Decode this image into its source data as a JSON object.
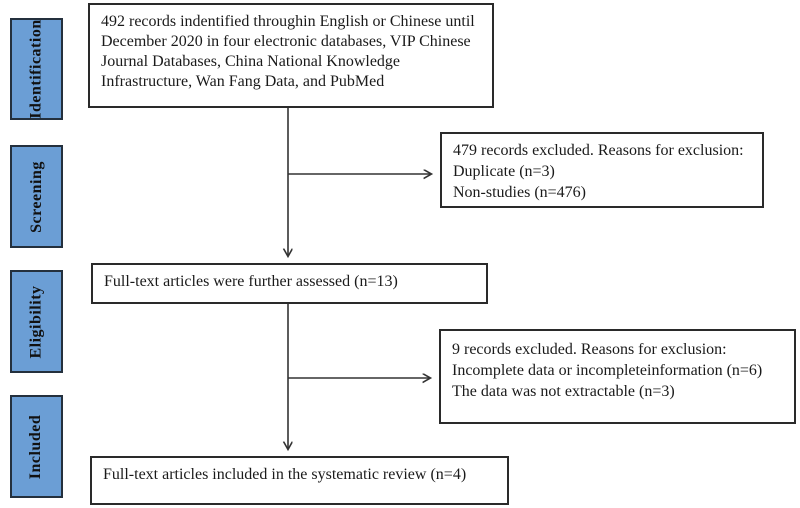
{
  "stages": [
    {
      "label": "Identification"
    },
    {
      "label": "Screening"
    },
    {
      "label": "Eligibility"
    },
    {
      "label": "Included"
    }
  ],
  "boxes": {
    "identified": {
      "text": "492 records indentified throughin English or Chinese until December 2020 in four electronic databases, VIP Chinese Journal Databases, China National Knowledge Infrastructure, Wan Fang Data, and PubMed"
    },
    "excluded_screening": {
      "lines": [
        "479 records excluded. Reasons for exclusion:",
        "Duplicate (n=3)",
        "Non-studies (n=476)"
      ]
    },
    "full_text_assessed": {
      "text": "Full-text articles were further assessed (n=13)"
    },
    "excluded_eligibility": {
      "lines": [
        "9 records excluded. Reasons for exclusion:",
        "Incomplete data or incompleteinformation (n=6)",
        "The data was not extractable (n=3)"
      ]
    },
    "included": {
      "text": "Full-text articles included in the systematic review (n=4)"
    }
  },
  "colors": {
    "stage_fill": "#6b9ed5",
    "box_border": "#2a2a2a",
    "arrow": "#333333"
  }
}
